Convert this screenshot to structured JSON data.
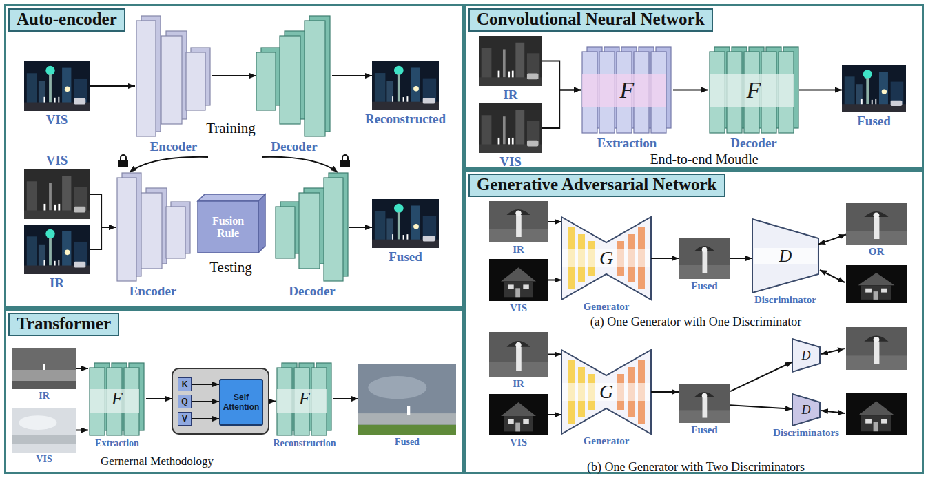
{
  "diagram": {
    "nodes": [
      {
        "text": [
          "Auto-encoder"
        ]
      },
      {
        "text": [
          "VIS"
        ],
        "in": 0
      },
      {
        "text": [
          "Encoder"
        ],
        "in": 0
      },
      {
        "text": [
          "Decoder"
        ],
        "in": 0
      },
      {
        "text": [
          "Reconstructed"
        ],
        "in": 0
      },
      {
        "text": [
          "VIS"
        ],
        "in": 0
      },
      {
        "text": [
          "IR"
        ],
        "in": 0
      },
      {
        "text": [
          "Encoder"
        ],
        "in": 0
      },
      {
        "text": [
          "Fusion Rule"
        ],
        "in": 0
      },
      {
        "text": [
          "Decoder"
        ],
        "in": 0
      },
      {
        "text": [
          "Fused"
        ],
        "in": 0
      },
      {
        "text": [
          "Convolutional Neural Network"
        ]
      },
      {
        "text": [
          "IR"
        ],
        "in": 11
      },
      {
        "text": [
          "VIS"
        ],
        "in": 11
      },
      {
        "text": [
          "F",
          "Extraction"
        ],
        "in": 11
      },
      {
        "text": [
          "F",
          "Decoder"
        ],
        "in": 11
      },
      {
        "text": [
          "Fused"
        ],
        "in": 11
      },
      {
        "text": [
          "Generative Adversarial Network"
        ]
      },
      {
        "text": [
          "IR"
        ],
        "in": 17
      },
      {
        "text": [
          "VIS"
        ],
        "in": 17
      },
      {
        "text": [
          "G",
          "Generator"
        ],
        "in": 17
      },
      {
        "text": [
          "Fused"
        ],
        "in": 17
      },
      {
        "text": [
          "D",
          "Discriminator"
        ],
        "in": 17
      },
      {
        "text": [
          "OR"
        ],
        "in": 17
      },
      {
        "text": [
          "IR"
        ],
        "in": 17
      },
      {
        "text": [
          "VIS"
        ],
        "in": 17
      },
      {
        "text": [
          "G",
          "Generator"
        ],
        "in": 17
      },
      {
        "text": [
          "Fused"
        ],
        "in": 17
      },
      {
        "text": [
          "D"
        ],
        "in": 17
      },
      {
        "text": [
          "D",
          "Discriminators"
        ],
        "in": 17
      },
      {
        "text": [
          "Transformer"
        ]
      },
      {
        "text": [
          "IR"
        ],
        "in": 30
      },
      {
        "text": [
          "VIS"
        ],
        "in": 30
      },
      {
        "text": [
          "F",
          "Extraction"
        ],
        "in": 30
      },
      {
        "text": [],
        "in": 30
      },
      {
        "text": [
          "K"
        ],
        "in": 34
      },
      {
        "text": [
          "Q"
        ],
        "in": 34
      },
      {
        "text": [
          "V"
        ],
        "in": 34
      },
      {
        "text": [
          "Self Attention"
        ],
        "in": 34
      },
      {
        "text": [
          "F",
          "Reconstruction"
        ],
        "in": 30
      },
      {
        "text": [
          "Fused"
        ],
        "in": 30
      }
    ],
    "edges": [
      {
        "from": 1,
        "to": 2,
        "arrow": "to"
      },
      {
        "from": 2,
        "to": 3,
        "arrow": "to"
      },
      {
        "from": 3,
        "to": 4,
        "arrow": "to"
      },
      {
        "from": 2,
        "to": 7,
        "arrow": "to"
      },
      {
        "from": 3,
        "to": 9,
        "arrow": "to"
      },
      {
        "from": 5,
        "to": 7,
        "arrow": "to"
      },
      {
        "from": 6,
        "to": 7,
        "arrow": "to"
      },
      {
        "from": 9,
        "to": 10,
        "arrow": "to"
      },
      {
        "from": 12,
        "to": 14,
        "arrow": "to"
      },
      {
        "from": 13,
        "to": 14,
        "arrow": "to"
      },
      {
        "from": 14,
        "to": 15,
        "arrow": "to"
      },
      {
        "from": 15,
        "to": 16,
        "arrow": "to"
      },
      {
        "from": 18,
        "to": 20,
        "arrow": "to"
      },
      {
        "from": 19,
        "to": 20,
        "arrow": "to"
      },
      {
        "from": 20,
        "to": 21,
        "arrow": "to"
      },
      {
        "from": 21,
        "to": 22,
        "arrow": "to"
      },
      {
        "from": 22,
        "to": 23,
        "arrow": "both"
      },
      {
        "from": 24,
        "to": 26,
        "arrow": "to"
      },
      {
        "from": 25,
        "to": 26,
        "arrow": "to"
      },
      {
        "from": 26,
        "to": 27,
        "arrow": "to"
      },
      {
        "from": 27,
        "to": 28,
        "arrow": "to"
      },
      {
        "from": 27,
        "to": 29,
        "arrow": "to"
      },
      {
        "from": 31,
        "to": 33,
        "arrow": "to"
      },
      {
        "from": 32,
        "to": 33,
        "arrow": "to"
      },
      {
        "from": 33,
        "to": 34,
        "arrow": "to"
      },
      {
        "from": 35,
        "to": 38,
        "arrow": "to"
      },
      {
        "from": 36,
        "to": 38,
        "arrow": "to"
      },
      {
        "from": 37,
        "to": 38,
        "arrow": "to"
      },
      {
        "from": 34,
        "to": 39,
        "arrow": "to"
      },
      {
        "from": 39,
        "to": 40,
        "arrow": "to"
      }
    ],
    "labels": [
      "Training",
      "Testing",
      "End-to-end Moudle",
      "(a) One Generator with One Discriminator",
      "(b) One Generator with Two Discriminators",
      "Gernernal Methodology"
    ]
  }
}
